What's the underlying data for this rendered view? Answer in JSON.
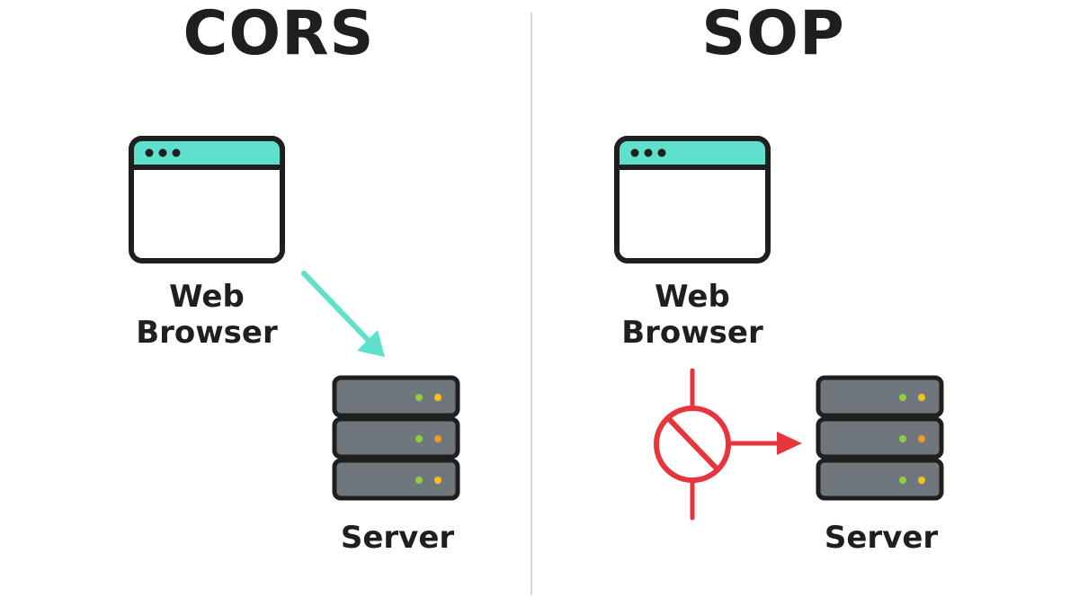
{
  "colors": {
    "accent_teal": "#5fe0cc",
    "outline": "#1f1f1f",
    "server_fill": "#6f777c",
    "led_green": "#8fce3e",
    "led_yellow": "#f2c21b",
    "led_orange": "#f39a2c",
    "block_red": "#e8343b",
    "divider": "#d6d6d6"
  },
  "left_panel": {
    "title": "CORS",
    "browser_label_line1": "Web",
    "browser_label_line2": "Browser",
    "browser_icon": "browser-window-icon",
    "server_label": "Server",
    "server_icon": "server-rack-icon",
    "arrow_icon": "diagonal-arrow-icon"
  },
  "right_panel": {
    "title": "SOP",
    "browser_label_line1": "Web",
    "browser_label_line2": "Browser",
    "browser_icon": "browser-window-icon",
    "server_label": "Server",
    "server_icon": "server-rack-icon",
    "block_icon": "blocked-symbol-icon",
    "arrow_icon": "right-arrow-icon"
  }
}
